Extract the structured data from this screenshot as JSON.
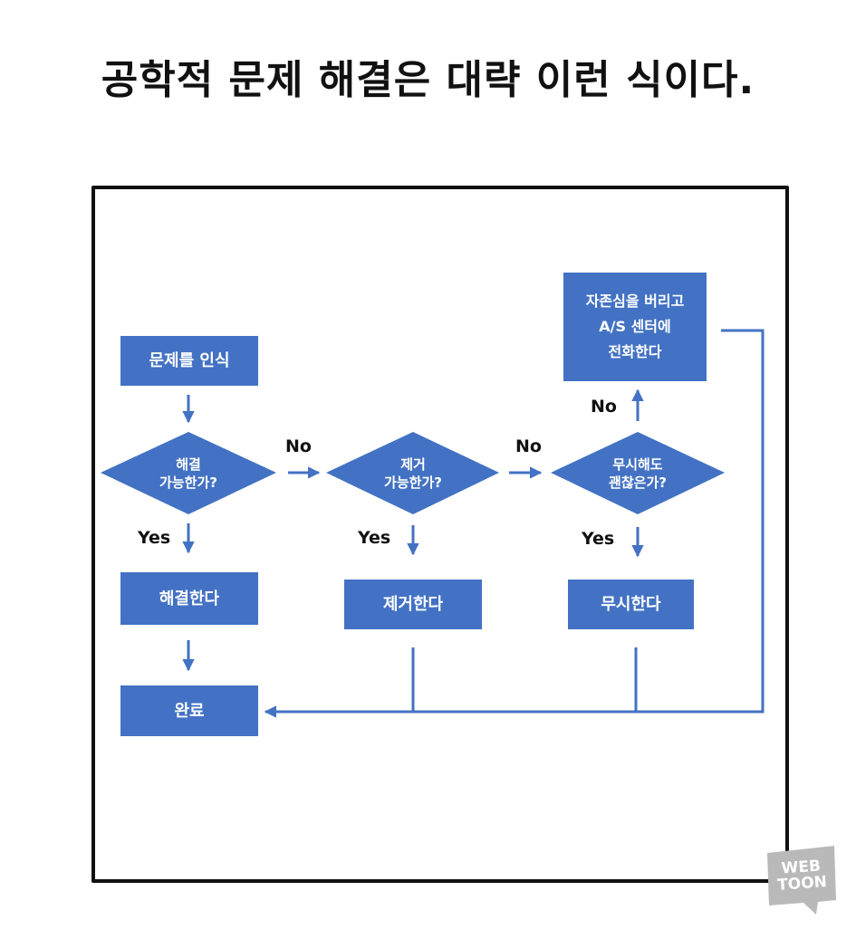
{
  "title": "공학적 문제 해결은 대략 이런 식이다.",
  "colors": {
    "box": "#4372c4",
    "line": "#4372c4",
    "frame": "#111111"
  },
  "nodes": {
    "recognize": "문제를 인식",
    "solvable": "해결\n가능한가?",
    "removable": "제거\n가능한가?",
    "ignorable": "무시해도\n괜찮은가?",
    "solve": "해결한다",
    "remove": "제거한다",
    "ignore": "무시한다",
    "call": "자존심을 버리고\nA/S 센터에\n전화한다",
    "done": "완료"
  },
  "labels": {
    "no1": "No",
    "no2": "No",
    "no3": "No",
    "yes1": "Yes",
    "yes2": "Yes",
    "yes3": "Yes"
  },
  "logo": {
    "line1": "WEB",
    "line2": "TOON",
    "icon": "webtoon-logo-icon"
  }
}
